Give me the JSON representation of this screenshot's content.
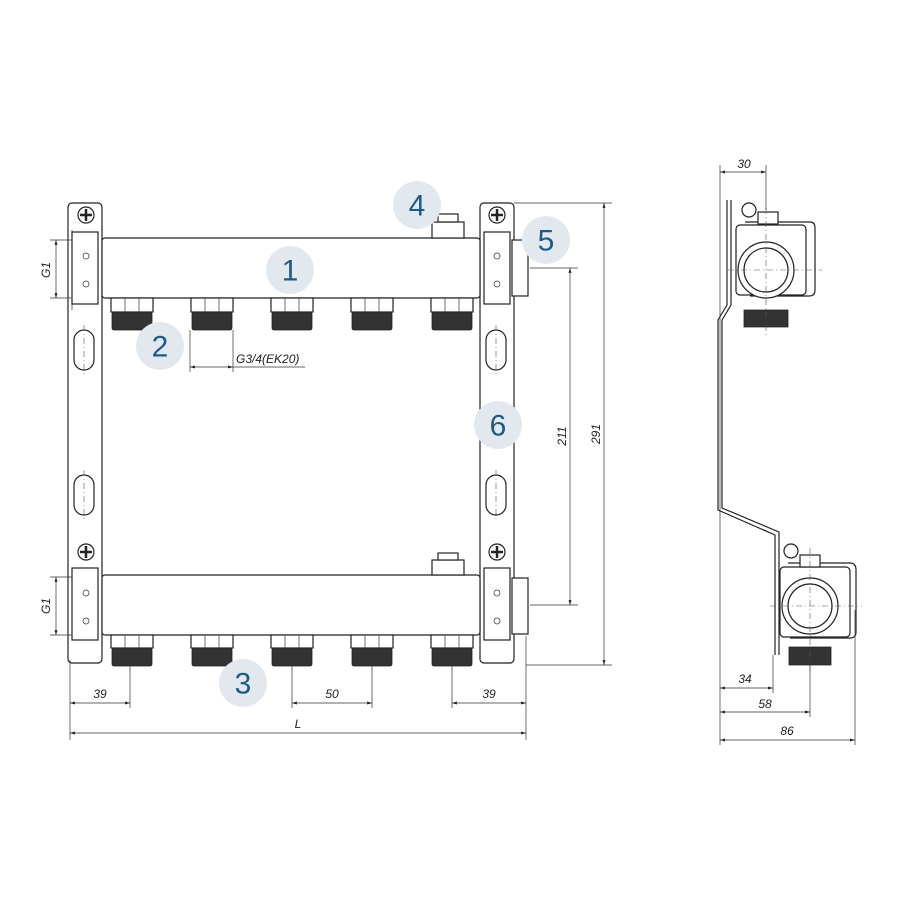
{
  "colors": {
    "badge_fill": "#e3e8ef",
    "badge_text": "#1d5a85",
    "line": "#222222"
  },
  "callouts": [
    "1",
    "2",
    "3",
    "4",
    "5",
    "6"
  ],
  "front_view": {
    "dimensions": {
      "inlet_thread_top": "G1",
      "inlet_thread_bottom": "G1",
      "outlet_thread": "G3/4(EK20)",
      "left_offset": "39",
      "outlet_pitch": "50",
      "right_offset": "39",
      "total_length": "L",
      "pipe_spacing": "211",
      "total_height": "291"
    }
  },
  "side_view": {
    "dimensions": {
      "top_depth": "30",
      "bracket_depth": "34",
      "outlet_depth": "58",
      "total_depth": "86"
    }
  }
}
